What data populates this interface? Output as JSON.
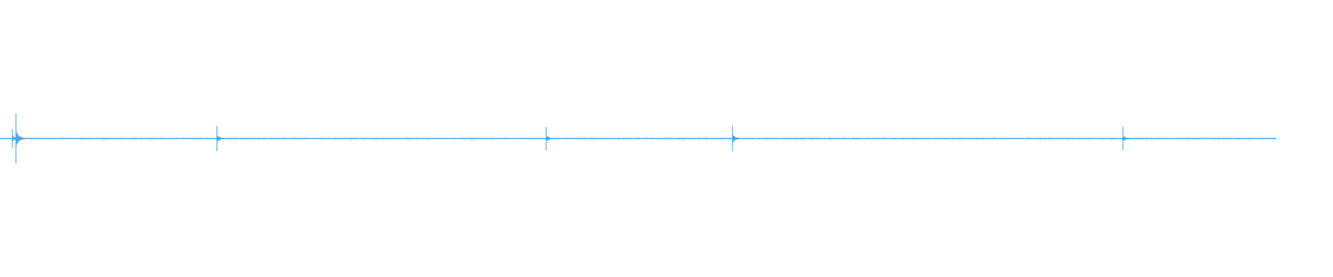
{
  "waveform": {
    "color": "#4ea6e6",
    "baseline_amplitude": 0,
    "clip_end_time": 1.0,
    "transients": [
      {
        "time": 0.0097,
        "amplitude": 0.34
      },
      {
        "time": 0.0125,
        "amplitude": 0.9
      },
      {
        "time": 0.17,
        "amplitude": 0.45
      },
      {
        "time": 0.428,
        "amplitude": 0.42
      },
      {
        "time": 0.574,
        "amplitude": 0.46
      },
      {
        "time": 0.88,
        "amplitude": 0.42
      }
    ]
  }
}
